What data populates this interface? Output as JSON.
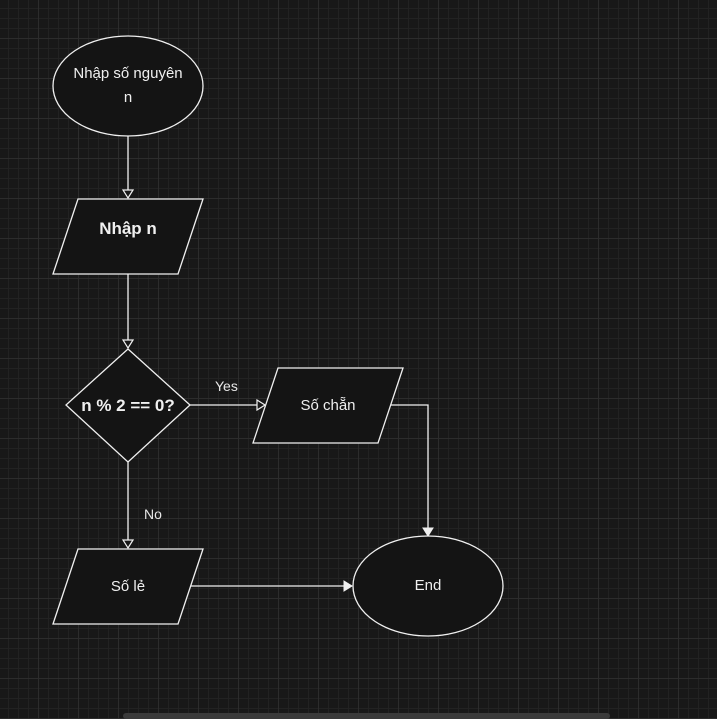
{
  "diagram": {
    "nodes": {
      "start": {
        "label_line1": "Nhập số nguyên",
        "label_line2": "n"
      },
      "input": {
        "label": "Nhập n"
      },
      "decision": {
        "label": "n % 2 == 0?"
      },
      "even": {
        "label": "Số chẵn"
      },
      "odd": {
        "label": "Số lẻ"
      },
      "end": {
        "label": "End"
      }
    },
    "edges": {
      "yes": "Yes",
      "no": "No"
    }
  },
  "colors": {
    "background": "#181818",
    "stroke": "#f0f0f0",
    "fill": "#141414"
  }
}
